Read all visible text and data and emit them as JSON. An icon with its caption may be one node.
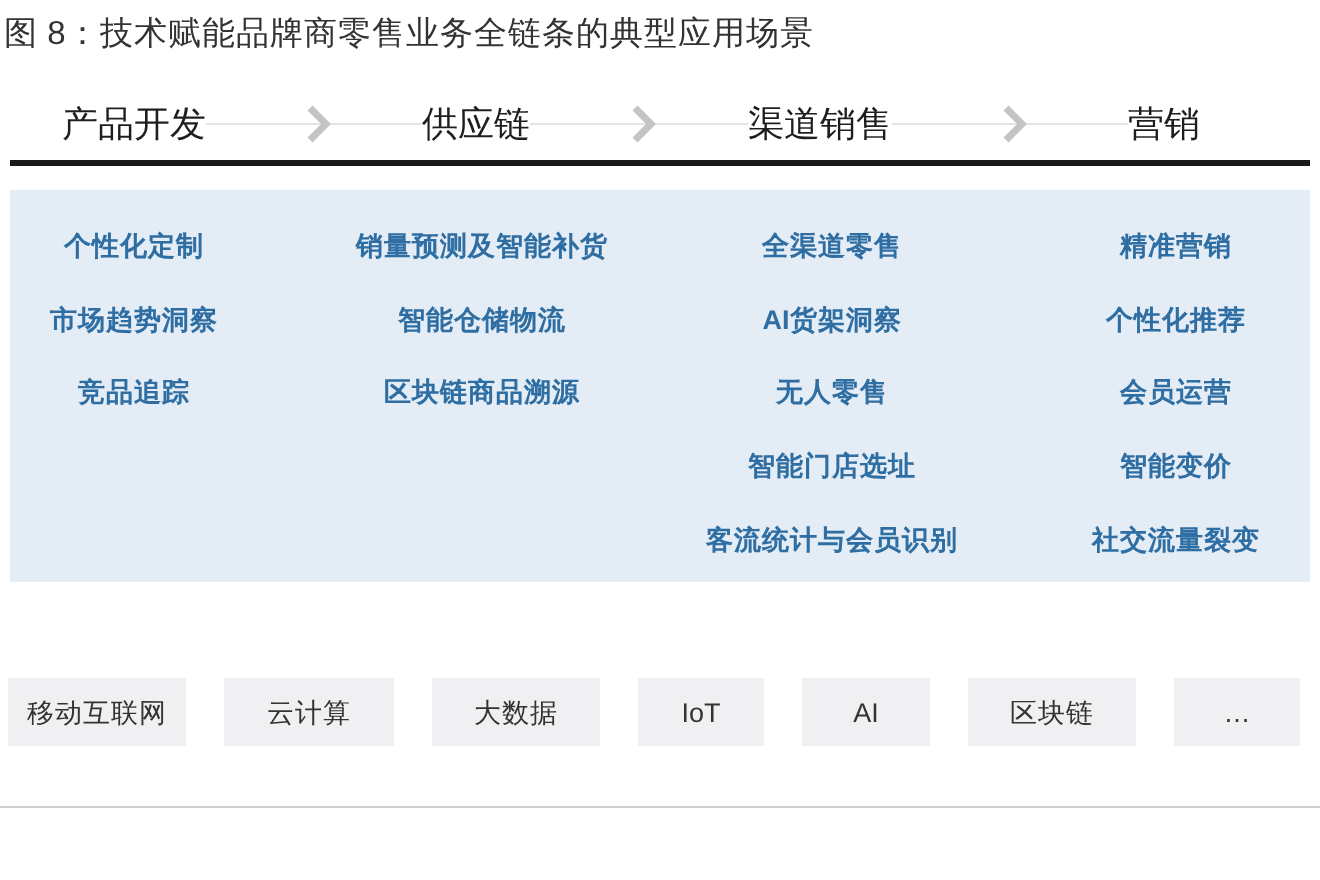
{
  "diagram": {
    "title": "图 8：技术赋能品牌商零售业务全链条的典型应用场景",
    "nodes": [
      {
        "text": [
          "产品开发"
        ]
      },
      {
        "text": [
          "供应链"
        ]
      },
      {
        "text": [
          "渠道销售"
        ]
      },
      {
        "text": [
          "营销"
        ]
      },
      {
        "text": [
          "个性化定制",
          "市场趋势洞察",
          "竞品追踪",
          "销量预测及智能补货",
          "智能仓储物流",
          "区块链商品溯源",
          "全渠道零售",
          "AI货架洞察",
          "无人零售",
          "智能门店选址",
          "客流统计与会员识别",
          "精准营销",
          "个性化推荐",
          "会员运营",
          "智能变价",
          "社交流量裂变"
        ]
      },
      {
        "text": [
          "移动互联网"
        ]
      },
      {
        "text": [
          "云计算"
        ]
      },
      {
        "text": [
          "大数据"
        ]
      },
      {
        "text": [
          "IoT"
        ]
      },
      {
        "text": [
          "AI"
        ]
      },
      {
        "text": [
          "区块链"
        ]
      },
      {
        "text": [
          "…"
        ]
      }
    ],
    "edges": [
      {
        "from": 0,
        "to": 1,
        "arrow": "to"
      },
      {
        "from": 1,
        "to": 2,
        "arrow": "to"
      },
      {
        "from": 2,
        "to": 3,
        "arrow": "to"
      }
    ]
  }
}
